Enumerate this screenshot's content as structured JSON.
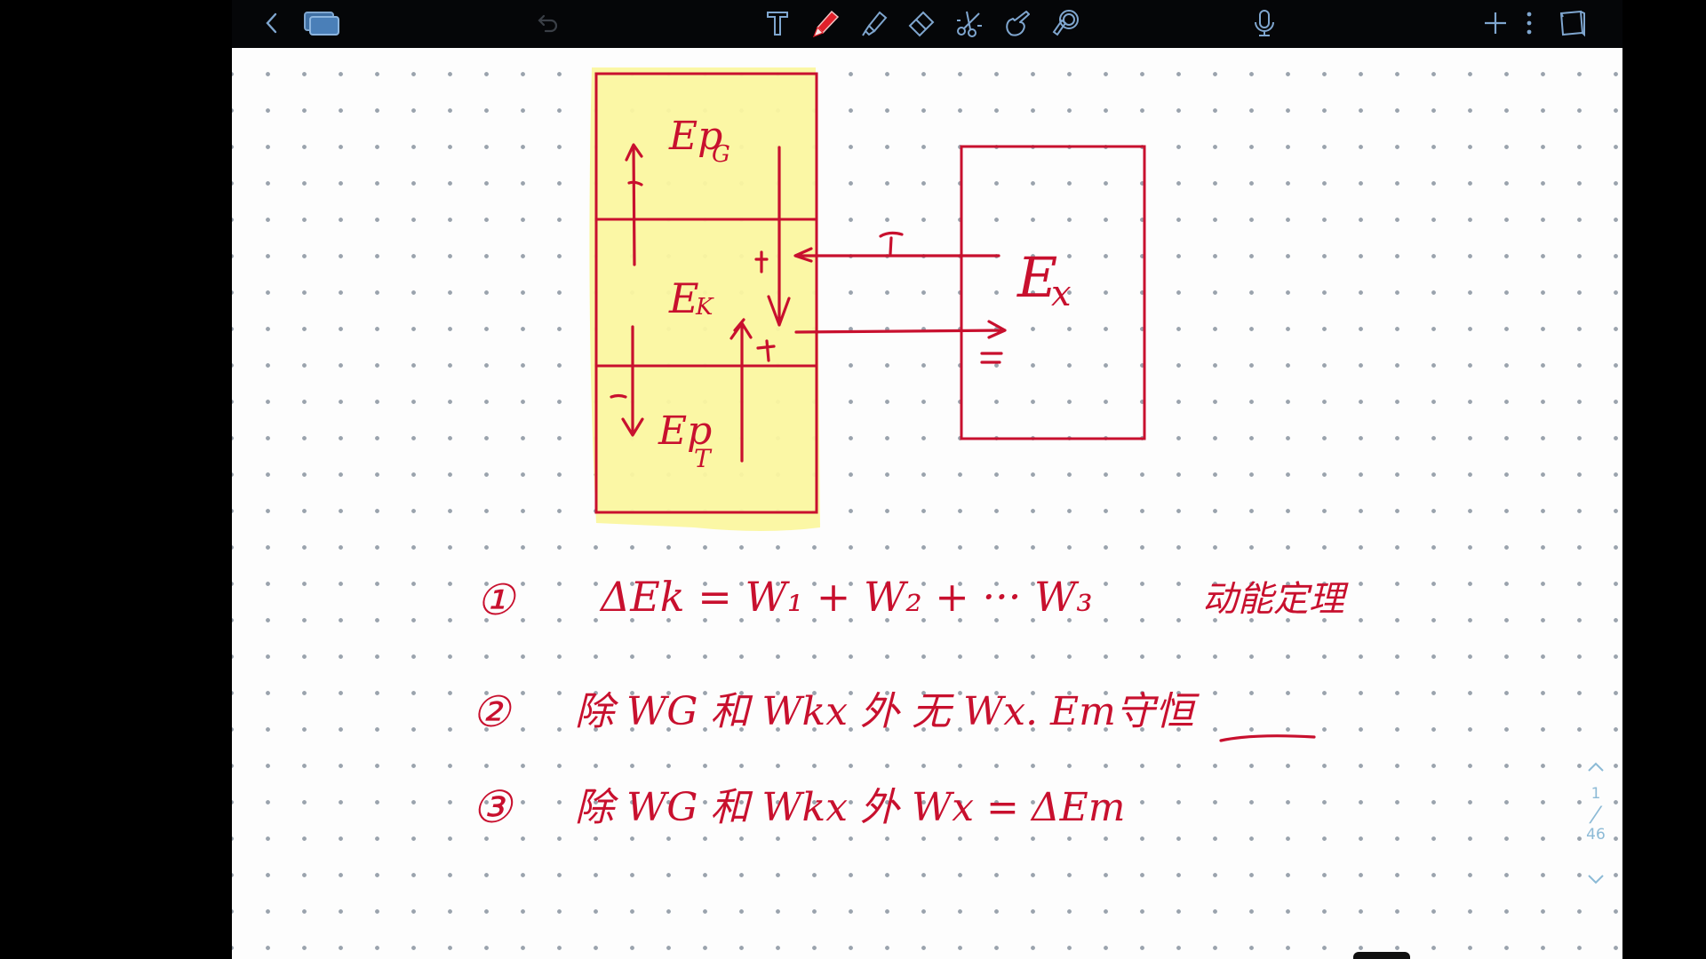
{
  "toolbar": {
    "left": [
      {
        "name": "back-button",
        "icon": "chevron-left-icon"
      },
      {
        "name": "pages-overview-button",
        "icon": "stacked-pages-icon"
      },
      {
        "name": "undo-button",
        "icon": "undo-icon"
      }
    ],
    "tools": [
      {
        "name": "text-tool",
        "icon": "text-t-icon",
        "active": false
      },
      {
        "name": "pen-tool",
        "icon": "pen-icon",
        "active": true,
        "color": "#e0202a"
      },
      {
        "name": "highlighter-tool",
        "icon": "highlighter-icon",
        "active": false
      },
      {
        "name": "eraser-tool",
        "icon": "eraser-icon",
        "active": false
      },
      {
        "name": "lasso-scissors-tool",
        "icon": "scissors-icon",
        "active": false
      },
      {
        "name": "hand-tool",
        "icon": "hand-pointer-icon",
        "active": false
      },
      {
        "name": "laser-pointer-tool",
        "icon": "laser-pointer-icon",
        "active": false
      }
    ],
    "right": [
      {
        "name": "microphone-button",
        "icon": "microphone-icon"
      },
      {
        "name": "add-page-button",
        "icon": "plus-icon"
      },
      {
        "name": "more-options-button",
        "icon": "vertical-dots-icon"
      },
      {
        "name": "read-mode-button",
        "icon": "book-icon"
      }
    ],
    "icon_color": "#7fa6cf"
  },
  "colors": {
    "ink": "#c8102e",
    "highlight": "#fbf7a0",
    "page": "#fdfdfd",
    "dot": "#9aa3ad",
    "toolbar": "#050608"
  },
  "diagram": {
    "left_box_labels": {
      "top": "Ep",
      "top_sub": "G",
      "middle": "E",
      "middle_sub": "K",
      "bottom": "Ep",
      "bottom_sub": "T"
    },
    "right_box_label": "E",
    "right_box_sub": "x",
    "signs": {
      "epg_arrow": "−",
      "ept_arrow": "−",
      "into_ek_from_ex": "+",
      "ek_side_plus_1": "+",
      "ek_side_plus_2": "+",
      "arrow_top_mark": "f",
      "to_ex_mark": "="
    }
  },
  "notes": [
    {
      "marker": "①",
      "text": "ΔEk = W₁ + W₂ + ··· W₃",
      "tail": "动能定理"
    },
    {
      "marker": "②",
      "text": "除 WG 和 Wkx 外 无 Wx. Em守恒",
      "tail": ""
    },
    {
      "marker": "③",
      "text": "除 WG 和 Wkx 外  Wx = ΔEm",
      "tail": ""
    }
  ],
  "pager": {
    "current": "1",
    "separator": "/",
    "total": "46",
    "up_icon": "chevron-up-icon",
    "down_icon": "chevron-down-icon"
  }
}
